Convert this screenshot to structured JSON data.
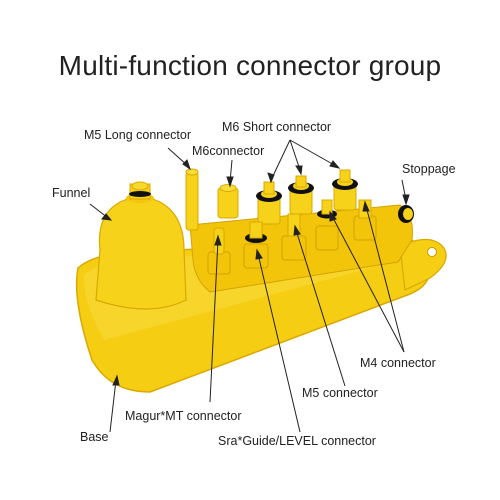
{
  "title": "Multi-function connector group",
  "labels": {
    "m5_long": "M5 Long connector",
    "m6_short": "M6 Short connector",
    "m6": "M6connector",
    "funnel": "Funnel",
    "stoppage": "Stoppage",
    "m4": "M4 connector",
    "m5": "M5 connector",
    "magura": "Magur*MT connector",
    "base": "Base",
    "sram": "Sra*Guide/LEVEL connector"
  },
  "colors": {
    "yellow": "#f7d21a",
    "yellow_dark": "#e0b400",
    "yellow_shadow": "#c99a00",
    "black": "#111111",
    "line": "#222222"
  }
}
